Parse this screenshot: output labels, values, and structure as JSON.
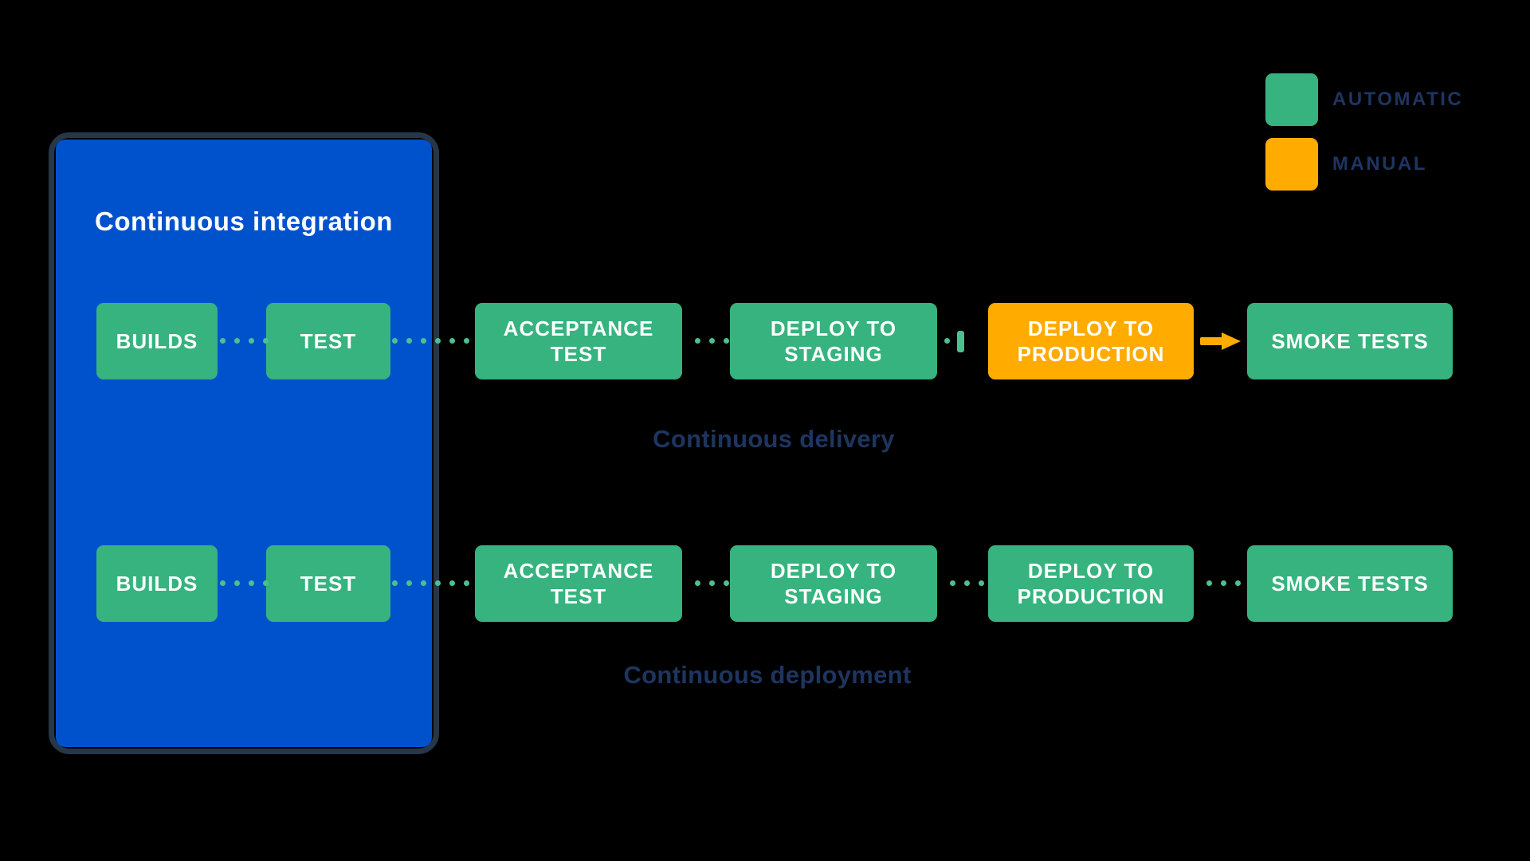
{
  "colors": {
    "automatic": "#36B37E",
    "manual": "#FFAB00",
    "ci_blue": "#0052CC",
    "outline_navy": "#263749",
    "heading_navy": "#1E3560",
    "connector_green": "#4CC18F",
    "stage_text": "#FFFFFF"
  },
  "ci_box": {
    "title": "Continuous integration"
  },
  "legend": {
    "items": [
      {
        "label": "AUTOMATIC",
        "color": "#36B37E"
      },
      {
        "label": "MANUAL",
        "color": "#FFAB00"
      }
    ]
  },
  "pipelines": [
    {
      "caption": "Continuous delivery",
      "stages": [
        {
          "label": "BUILDS",
          "mode": "automatic"
        },
        {
          "label": "TEST",
          "mode": "automatic"
        },
        {
          "label": "ACCEPTANCE TEST",
          "mode": "automatic"
        },
        {
          "label": "DEPLOY TO STAGING",
          "mode": "automatic"
        },
        {
          "label": "DEPLOY TO PRODUCTION",
          "mode": "manual"
        },
        {
          "label": "SMOKE TESTS",
          "mode": "automatic"
        }
      ]
    },
    {
      "caption": "Continuous deployment",
      "stages": [
        {
          "label": "BUILDS",
          "mode": "automatic"
        },
        {
          "label": "TEST",
          "mode": "automatic"
        },
        {
          "label": "ACCEPTANCE TEST",
          "mode": "automatic"
        },
        {
          "label": "DEPLOY TO STAGING",
          "mode": "automatic"
        },
        {
          "label": "DEPLOY TO PRODUCTION",
          "mode": "automatic"
        },
        {
          "label": "SMOKE TESTS",
          "mode": "automatic"
        }
      ]
    }
  ]
}
